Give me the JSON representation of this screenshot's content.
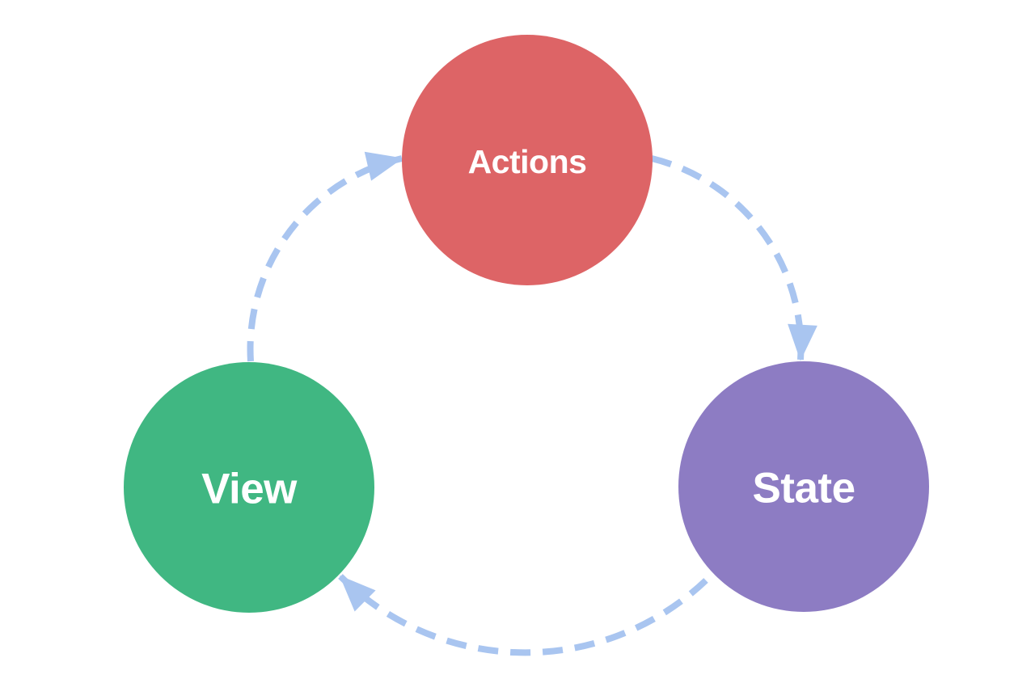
{
  "diagram": {
    "type": "circular-flow",
    "background": "#ffffff",
    "arrow_color": "#a9c5f0",
    "arrow_style": "dashed",
    "nodes": [
      {
        "id": "actions",
        "label": "Actions",
        "color": "#dd6466",
        "text_color": "#ffffff"
      },
      {
        "id": "state",
        "label": "State",
        "color": "#8d7cc3",
        "text_color": "#ffffff"
      },
      {
        "id": "view",
        "label": "View",
        "color": "#40b782",
        "text_color": "#ffffff"
      }
    ],
    "edges": [
      {
        "from": "actions",
        "to": "state"
      },
      {
        "from": "state",
        "to": "view"
      },
      {
        "from": "view",
        "to": "actions"
      }
    ]
  }
}
